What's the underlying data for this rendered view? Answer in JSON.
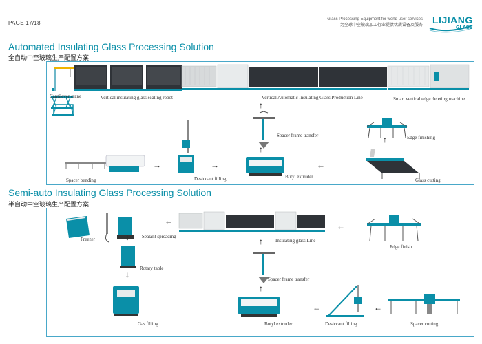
{
  "header": {
    "page_label": "PAGE 17/18",
    "tagline_en": "Glass Processing Equipment for world user services",
    "tagline_cn": "为全球中空玻璃加工行业提供优质设备及服务",
    "logo_main": "LIJIANG",
    "logo_sub": "GLASS",
    "brand_color": "#0a8fa8"
  },
  "section1": {
    "title": "Automated Insulating Glass Processing Solution",
    "subtitle_cn": "全自动中空玻璃生产配置方案",
    "captions": {
      "cantilever_crane": "Cantilever crane",
      "sealing_robot": "Vertical insulating glass sealing robot",
      "production_line": "Vertical Automatic Insulating Glass Production Line",
      "edge_deleting": "Smart vertical edge deleting machine",
      "spacer_bending": "Spacer bending",
      "desiccant_filling": "Desiccant filling",
      "spacer_frame_transfer": "Spacer frame transfer",
      "butyl_extruder": "Butyl extruder",
      "edge_finishing": "Edge finishing",
      "glass_cutting": "Glass cutting"
    }
  },
  "section2": {
    "title": "Semi-auto Insulating Glass Processing Solution",
    "subtitle_cn": "半自动中空玻璃生产配置方案",
    "captions": {
      "freezer": "Freezer",
      "sealant_spreading": "Sealant spreading",
      "insulating_glass_line": "Insulating glass Line",
      "edge_finish": "Edge finish",
      "rotary_table": "Rotary table",
      "spacer_frame_transfer": "Spacer frame transfer",
      "gas_filling": "Gas filling",
      "butyl_extruder": "Butyl extruder",
      "desiccant_filling": "Desiccant filling",
      "spacer_cutting": "Spacer cutting"
    }
  }
}
